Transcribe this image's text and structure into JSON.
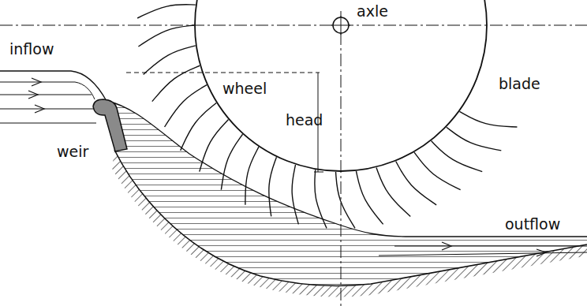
{
  "diagram": {
    "nodes": [
      {
        "text": [
          "wheel"
        ]
      }
    ],
    "labels": [
      "inflow",
      "axle",
      "blade",
      "head",
      "weir",
      "outflow"
    ]
  }
}
